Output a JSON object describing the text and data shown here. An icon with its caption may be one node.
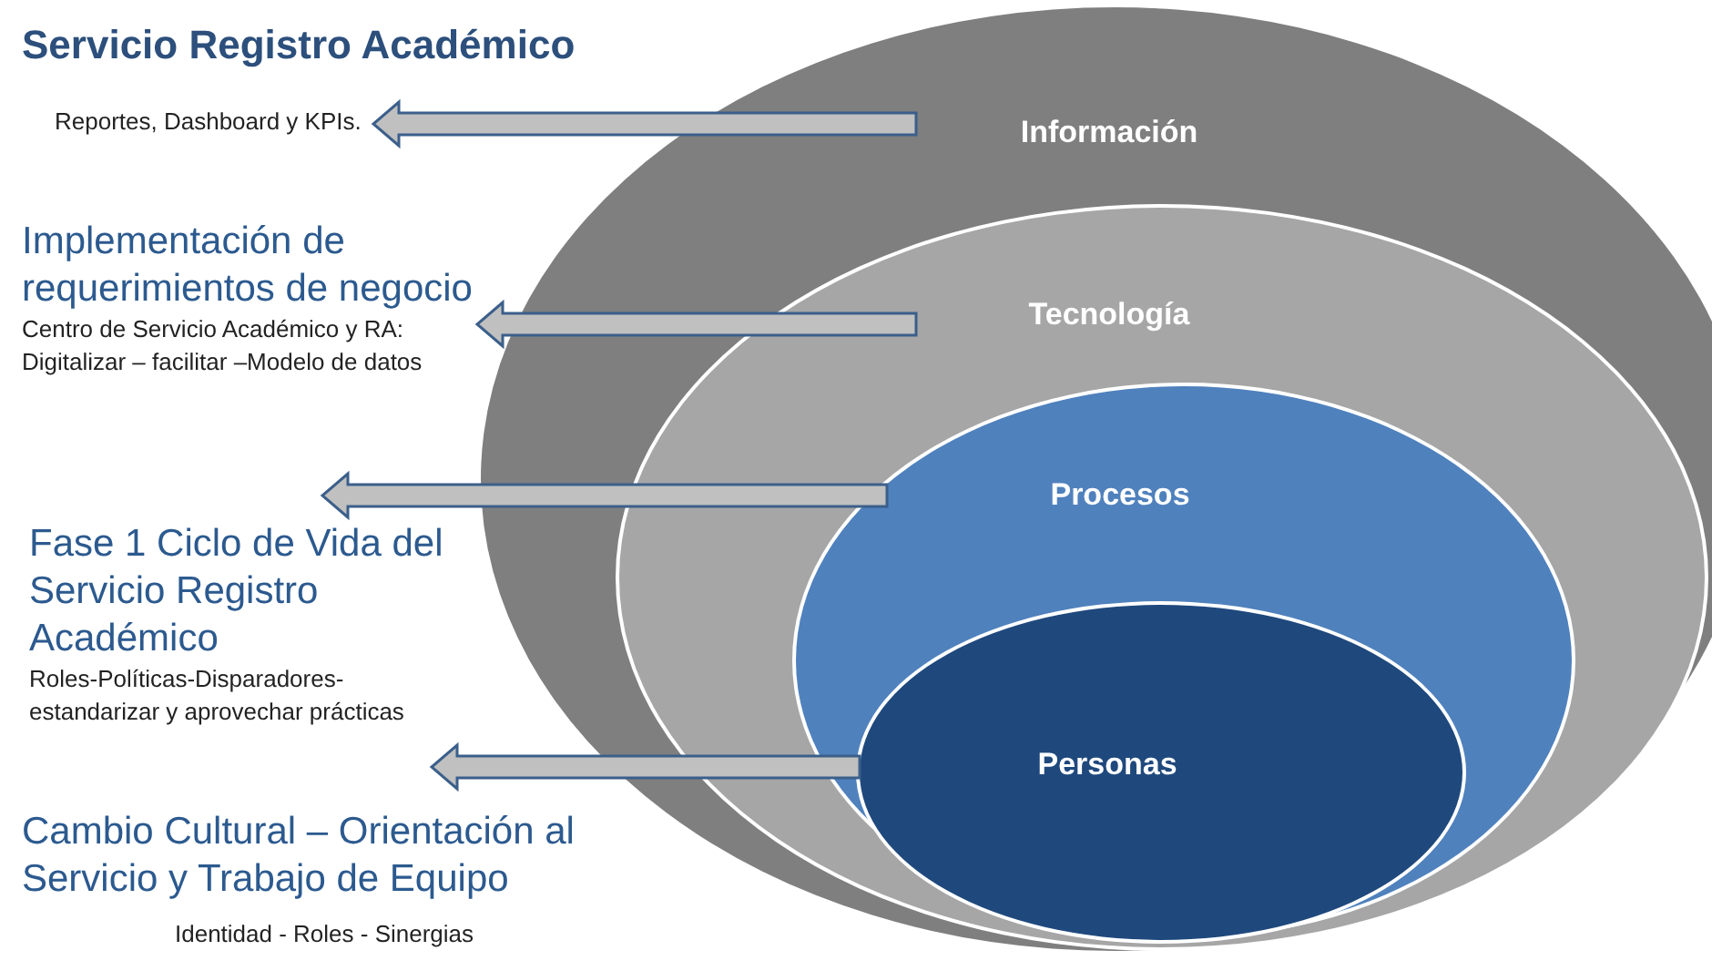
{
  "diagram": {
    "title": "Servicio Registro Académico",
    "nodes": [
      {
        "text": [
          "Información"
        ]
      },
      {
        "text": [
          "Tecnología"
        ],
        "in": 0
      },
      {
        "text": [
          "Procesos"
        ],
        "in": 1
      },
      {
        "text": [
          "Personas"
        ],
        "in": 2
      },
      {
        "text": [
          "Reportes, Dashboard y KPIs."
        ]
      },
      {
        "text": [
          "Implementación de requerimientos de negocio",
          "Centro de Servicio Académico y RA: Digitalizar – facilitar –Modelo de datos"
        ]
      },
      {
        "text": [
          "Fase 1 Ciclo de Vida del Servicio Registro Académico",
          "Roles-Políticas-Disparadores- estandarizar y aprovechar prácticas"
        ]
      },
      {
        "text": [
          "Cambio Cultural – Orientación al Servicio y Trabajo de Equipo",
          "Identidad - Roles - Sinergias"
        ]
      }
    ],
    "edges": [
      {
        "from": 0,
        "to": 4,
        "arrow": "to"
      },
      {
        "from": 1,
        "to": 5,
        "arrow": "to"
      },
      {
        "from": 2,
        "to": 6,
        "arrow": "to"
      },
      {
        "from": 3,
        "to": 7,
        "arrow": "to"
      }
    ]
  }
}
